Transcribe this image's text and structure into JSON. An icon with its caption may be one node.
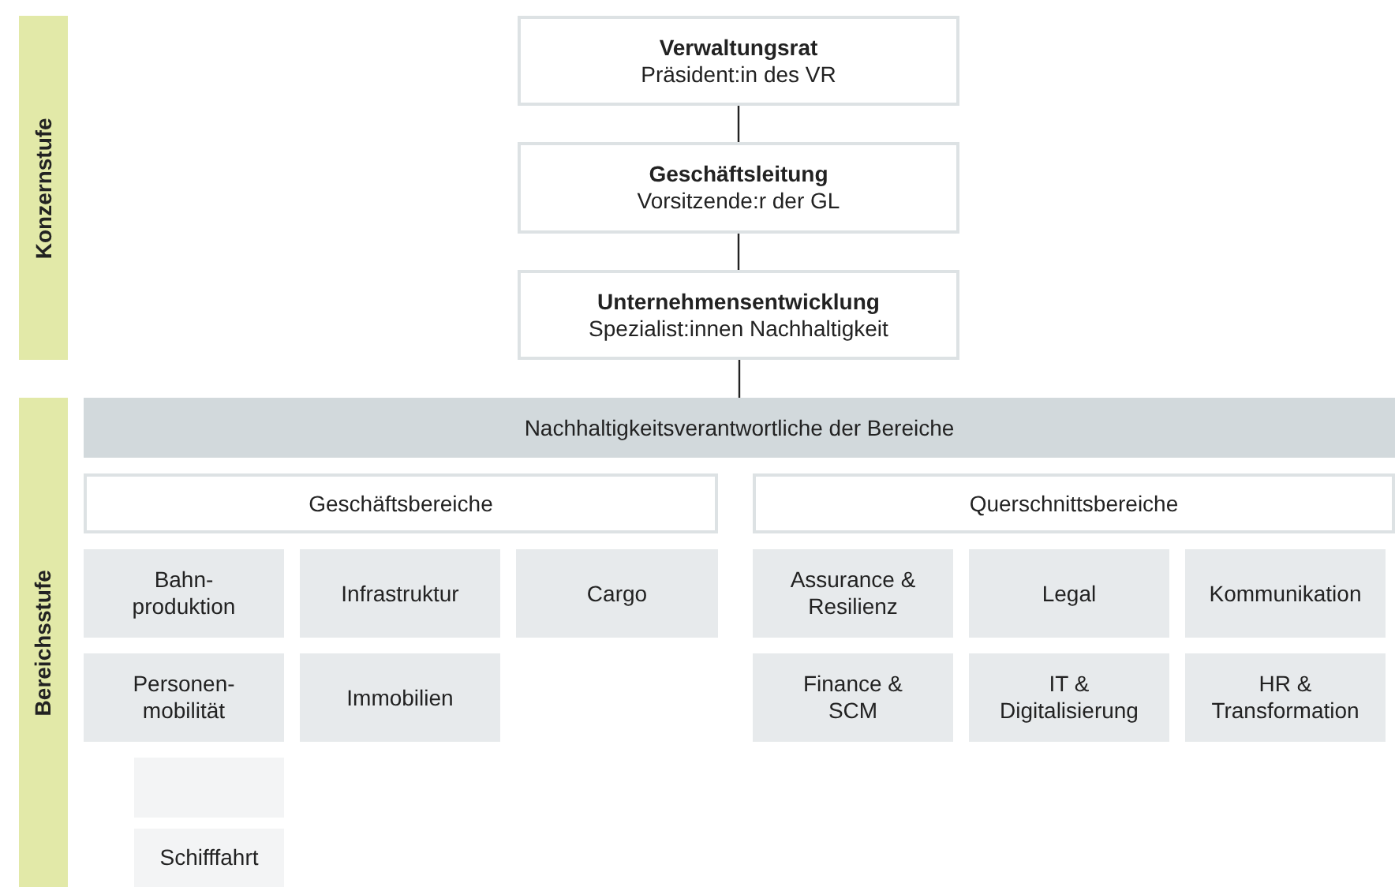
{
  "diagram": {
    "nodes": [
      {
        "text": [
          "Konzernstufe"
        ]
      },
      {
        "text": [
          "Verwaltungsrat",
          "Präsident:in des VR"
        ]
      },
      {
        "text": [
          "Geschäftsleitung",
          "Vorsitzende:r der GL"
        ]
      },
      {
        "text": [
          "Unternehmensentwicklung",
          "Spezialist:innen Nachhaltigkeit"
        ]
      },
      {
        "text": [
          "Bereichsstufe"
        ]
      },
      {
        "text": [
          "Nachhaltigkeitsverantwortliche der Bereiche"
        ]
      },
      {
        "text": [
          "Geschäftsbereiche"
        ]
      },
      {
        "text": [
          "Querschnittsbereiche"
        ]
      },
      {
        "text": [
          "Bahn- produktion"
        ]
      },
      {
        "text": [
          "Infrastruktur"
        ]
      },
      {
        "text": [
          "Cargo"
        ]
      },
      {
        "text": [
          "Assurance & Resilienz"
        ]
      },
      {
        "text": [
          "Legal"
        ]
      },
      {
        "text": [
          "Kommunikation"
        ]
      },
      {
        "text": [
          "Personen- mobilität"
        ]
      },
      {
        "text": [
          "Immobilien"
        ]
      },
      {
        "text": [
          "Finance & SCM"
        ]
      },
      {
        "text": [
          "IT & Digitalisierung"
        ]
      },
      {
        "text": [
          "HR & Transformation"
        ]
      },
      {
        "text": [],
        "shape": "box"
      },
      {
        "text": [
          "Schifffahrt"
        ]
      }
    ],
    "edges": [
      {
        "from": 1,
        "to": 2,
        "arrow": "none"
      },
      {
        "from": 2,
        "to": 3,
        "arrow": "none"
      },
      {
        "from": 3,
        "to": 5,
        "arrow": "none"
      }
    ]
  }
}
